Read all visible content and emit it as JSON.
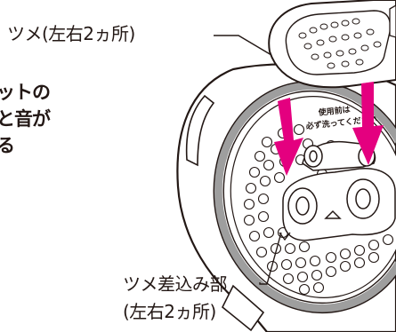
{
  "labels": {
    "tab_label": "ツメ(左右2ヵ所)",
    "insert_label_line1": "ツメ差込み部",
    "insert_label_line2": "(左右2ヵ所)"
  },
  "side_note": {
    "line1": "ットの",
    "line2": "と音が",
    "line3": "る"
  },
  "cover_text": {
    "line1": "使用前は",
    "line2": "必ず洗ってください"
  },
  "colors": {
    "arrow": "#e4007f",
    "outline": "#231815",
    "ring": "#9e9e9e"
  }
}
